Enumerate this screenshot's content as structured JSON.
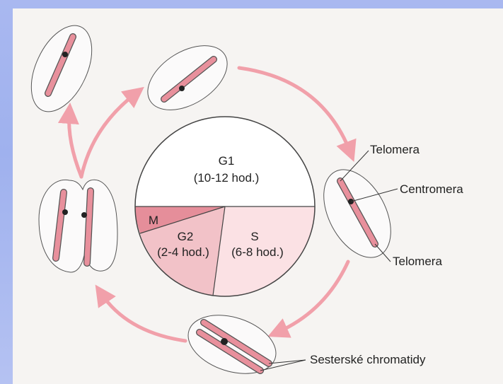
{
  "phases": {
    "g1": {
      "name": "G1",
      "duration": "(10-12 hod.)"
    },
    "s": {
      "name": "S",
      "duration": "(6-8 hod.)"
    },
    "g2": {
      "name": "G2",
      "duration": "(2-4 hod.)"
    },
    "m": {
      "name": "M"
    }
  },
  "labels": {
    "telomera_top": "Telomera",
    "centromera": "Centromera",
    "telomera_bottom": "Telomera",
    "sister_chromatids": "Sesterské chromatidy"
  },
  "colors": {
    "background_edge": "#a9b8f0",
    "paper": "#f6f4f2",
    "arrow": "#f1a0aa",
    "chromosome": "#e8909c",
    "m_sector": "#e58e9a",
    "g2_sector": "#f2c2c8",
    "s_sector": "#fbe1e4"
  }
}
